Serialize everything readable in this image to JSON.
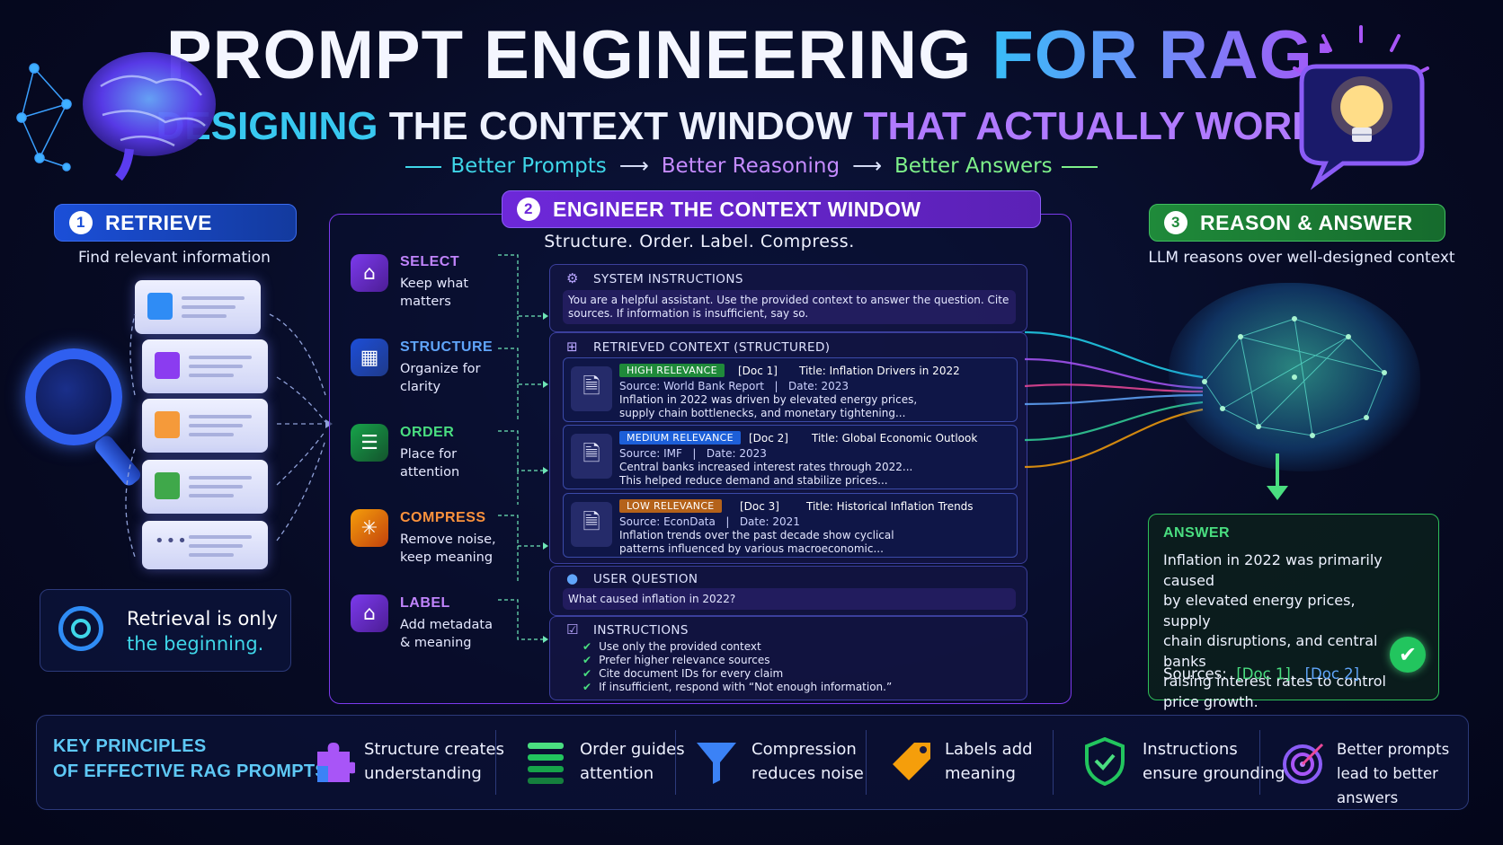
{
  "header": {
    "title_main": "PROMPT ENGINEERING ",
    "title_accent": "FOR RAG:",
    "subtitle_1": "DESIGNING",
    "subtitle_2": " THE CONTEXT WINDOW ",
    "subtitle_3": "THAT ACTUALLY WORKS",
    "tag_1": "Better Prompts",
    "tag_2": "Better Reasoning",
    "tag_3": "Better Answers",
    "arrow": "⟶"
  },
  "retrieve": {
    "num": "1",
    "label": "RETRIEVE",
    "caption": "Find relevant information",
    "note_1": "Retrieval is only",
    "note_2": "the beginning.",
    "dots": "•••"
  },
  "engineer": {
    "num": "2",
    "label": "ENGINEER THE CONTEXT WINDOW",
    "caption": "Structure. Order. Label. Compress.",
    "steps": [
      {
        "title": "SELECT",
        "desc": "Keep what\nmatters",
        "icon": "tag-icon"
      },
      {
        "title": "STRUCTURE",
        "desc": "Organize for\nclarity",
        "icon": "grid-icon"
      },
      {
        "title": "ORDER",
        "desc": "Place for\nattention",
        "icon": "list-icon"
      },
      {
        "title": "COMPRESS",
        "desc": "Remove noise,\nkeep meaning",
        "icon": "compress-icon"
      },
      {
        "title": "LABEL",
        "desc": "Add metadata\n& meaning",
        "icon": "label-icon"
      }
    ]
  },
  "context": {
    "system_head": "SYSTEM INSTRUCTIONS",
    "system_body": "You are a helpful assistant. Use the provided context to answer the question. Cite sources. If information is insufficient, say so.",
    "retrieved_head": "RETRIEVED CONTEXT (STRUCTURED)",
    "docs": [
      {
        "badge": "HIGH RELEVANCE",
        "id": "[Doc 1]",
        "title": "Title: Inflation Drivers in 2022",
        "source": "Source: World Bank Report",
        "date": "Date: 2023",
        "body": "Inflation in 2022 was driven by elevated energy prices,\nsupply chain bottlenecks, and monetary tightening...",
        "color": "#1f8a3a"
      },
      {
        "badge": "MEDIUM RELEVANCE",
        "id": "[Doc 2]",
        "title": "Title: Global Economic Outlook",
        "source": "Source: IMF",
        "date": "Date: 2023",
        "body": "Central banks increased interest rates through 2022...\nThis helped reduce demand and stabilize prices...",
        "color": "#1d5fd8"
      },
      {
        "badge": "LOW RELEVANCE",
        "id": "[Doc 3]",
        "title": "Title: Historical Inflation Trends",
        "source": "Source: EconData",
        "date": "Date: 2021",
        "body": "Inflation trends over the past decade show cyclical\npatterns influenced by various macroeconomic...",
        "color": "#b4621a"
      }
    ],
    "question_head": "USER QUESTION",
    "question_body": "What caused inflation in 2022?",
    "instr_head": "INSTRUCTIONS",
    "instructions": [
      "Use only the provided context",
      "Prefer higher relevance sources",
      "Cite document IDs for every claim",
      "If insufficient, respond with “Not enough information.”"
    ],
    "meta_sep": "|"
  },
  "reason": {
    "num": "3",
    "label": "REASON & ANSWER",
    "caption": "LLM reasons over well-designed context",
    "answer_head": "ANSWER",
    "answer_body": "Inflation in 2022 was primarily caused\nby elevated energy prices, supply\nchain disruptions, and central banks\nraising interest rates to control\nprice growth.",
    "sources_label": "Sources:",
    "src_1": "[Doc 1]",
    "src_comma": ",",
    "src_2": "[Doc 2]"
  },
  "principles": {
    "heading_1": "KEY PRINCIPLES",
    "heading_2": "OF EFFECTIVE RAG PROMPTS",
    "items": [
      {
        "text": "Structure creates\nunderstanding",
        "icon": "puzzle-icon"
      },
      {
        "text": "Order guides\nattention",
        "icon": "bars-icon"
      },
      {
        "text": "Compression\nreduces noise",
        "icon": "funnel-icon"
      },
      {
        "text": "Labels add\nmeaning",
        "icon": "tag-icon"
      },
      {
        "text": "Instructions\nensure grounding",
        "icon": "shield-check-icon"
      },
      {
        "text": "Better prompts\nlead to better answers",
        "icon": "target-icon"
      }
    ]
  },
  "colors": {
    "accent_blue": "#38bdf8",
    "accent_purple": "#a855f7",
    "accent_green": "#4ade80"
  }
}
